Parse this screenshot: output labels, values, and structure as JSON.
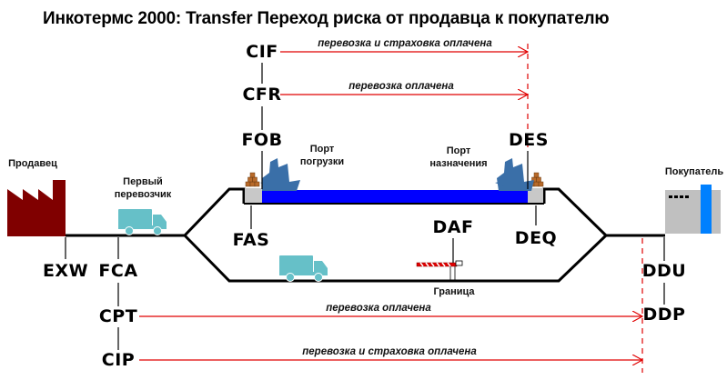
{
  "title": "Инкотермс 2000: Transfer Переход риска от продавца к покупателю",
  "parties": {
    "seller": "Продавец",
    "buyer": "Покупатель",
    "first_carrier": "Первый\nперевозчик",
    "port_loading": "Порт\nпогрузки",
    "port_destination": "Порт\nназначения",
    "border": "Граница"
  },
  "terms": {
    "exw": "EXW",
    "fca": "FCA",
    "cpt": "CPT",
    "cip": "CIP",
    "fas": "FAS",
    "fob": "FOB",
    "cfr": "CFR",
    "cif": "CIF",
    "daf": "DAF",
    "des": "DES",
    "deq": "DEQ",
    "ddu": "DDU",
    "ddp": "DDP"
  },
  "notes": {
    "cif": "перевозка и страховка оплачена",
    "cfr": "перевозка оплачена",
    "cpt": "перевозка оплачена",
    "cip": "перевозка и страховка оплачена"
  },
  "colors": {
    "arrow": "#e00000",
    "water": "#0000ff",
    "factory": "#800000",
    "truck": "#66c0c8",
    "ship": "#3a6fa8",
    "buyer_building": "#c0c0c0",
    "buyer_accent": "#0080ff",
    "cargo": "#b86a2a",
    "dock": "#c8c8c8"
  }
}
